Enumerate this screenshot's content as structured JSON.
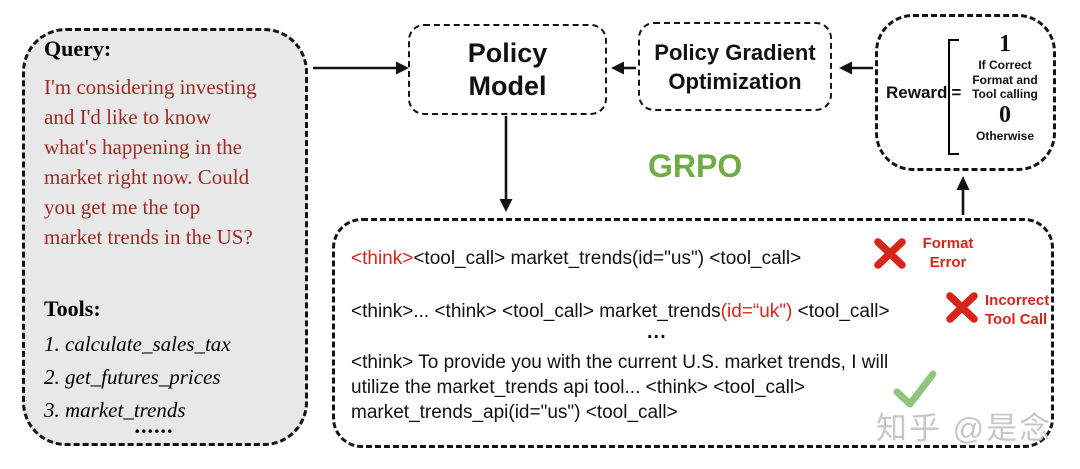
{
  "colors": {
    "query_text_red": "#9e2b25",
    "error_red": "#d6251a",
    "check_green": "#93c47d",
    "grpo_green": "#70ad47",
    "query_box_gray": "#e9e8e8"
  },
  "query_box": {
    "title": "Query:",
    "lines": [
      "I'm considering investing",
      "and I'd like to know",
      "what's happening in the",
      "market right now. Could",
      "you get me the top",
      "market trends in the US?"
    ],
    "tools_title": "Tools:",
    "tools": [
      "1. calculate_sales_tax",
      "2. get_futures_prices",
      "3. market_trends"
    ],
    "ellipsis": "......"
  },
  "policy_model": {
    "line1": "Policy",
    "line2": "Model"
  },
  "policy_gradient": {
    "line1": "Policy Gradient",
    "line2": "Optimization"
  },
  "grpo_label": "GRPO",
  "reward_box": {
    "label": "Reward",
    "equals": "=",
    "case1_value": "1",
    "case1_lines": [
      "If Correct",
      "Format  and",
      "Tool calling"
    ],
    "case2_value": "0",
    "case2_label": "Otherwise"
  },
  "rollouts": {
    "sample1": {
      "think": "<think>",
      "rest": "<tool_call> market_trends(id=\"us\") <tool_call>",
      "verdict_line1": "Format",
      "verdict_line2": "Error"
    },
    "sample2": {
      "prefix": "<think>... <think> <tool_call> market_trends",
      "red_part": "(id=“uk\")",
      "suffix": " <tool_call>",
      "verdict_line1": "Incorrect",
      "verdict_line2": "Tool Call"
    },
    "dots": "...",
    "sample3": {
      "line1": "<think> To provide you with the current U.S. market trends, I will",
      "line2": "utilize the market_trends api tool... <think> <tool_call>",
      "line3": "market_trends_api(id=\"us\") <tool_call>"
    }
  },
  "watermark": "知乎 @是念"
}
